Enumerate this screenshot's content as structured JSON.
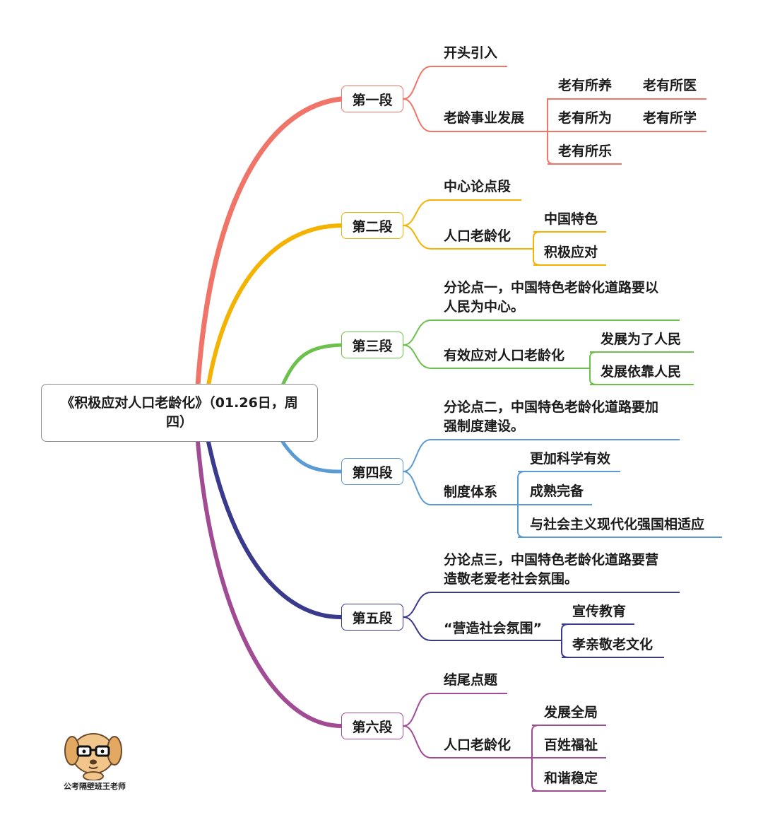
{
  "root": {
    "title": "《积极应对人口老龄化》（01.26日，周四）"
  },
  "colors": {
    "s1": "#F07467",
    "s2": "#F3B300",
    "s3": "#6CC14D",
    "s4": "#5B9BD5",
    "s5": "#3A3A8C",
    "s6": "#A04B93"
  },
  "sections": [
    {
      "label": "第一段",
      "topic": "开头引入",
      "sub": "老龄事业发展",
      "leaves": [
        "老有所养",
        "老有所医",
        "老有所为",
        "老有所学",
        "老有所乐"
      ]
    },
    {
      "label": "第二段",
      "topic": "中心论点段",
      "sub": "人口老龄化",
      "leaves": [
        "中国特色",
        "积极应对"
      ]
    },
    {
      "label": "第三段",
      "topic": [
        "分论点一，中国特色老龄化道路要以",
        "人民为中心。"
      ],
      "sub": "有效应对人口老龄化",
      "leaves": [
        "发展为了人民",
        "发展依靠人民"
      ]
    },
    {
      "label": "第四段",
      "topic": [
        "分论点二，中国特色老龄化道路要加",
        "强制度建设。"
      ],
      "sub": "制度体系",
      "leaves": [
        "更加科学有效",
        "成熟完备",
        "与社会主义现代化强国相适应"
      ]
    },
    {
      "label": "第五段",
      "topic": [
        "分论点三，中国特色老龄化道路要营",
        "造敬老爱老社会氛围。"
      ],
      "sub": "“营造社会氛围”",
      "leaves": [
        "宣传教育",
        "孝亲敬老文化"
      ]
    },
    {
      "label": "第六段",
      "topic": "结尾点题",
      "sub": "人口老龄化",
      "leaves": [
        "发展全局",
        "百姓福祉",
        "和谐稳定"
      ]
    }
  ],
  "watermark": {
    "text": "公考隔壁班王老师",
    "icon": "dog-teacher-avatar-icon"
  }
}
